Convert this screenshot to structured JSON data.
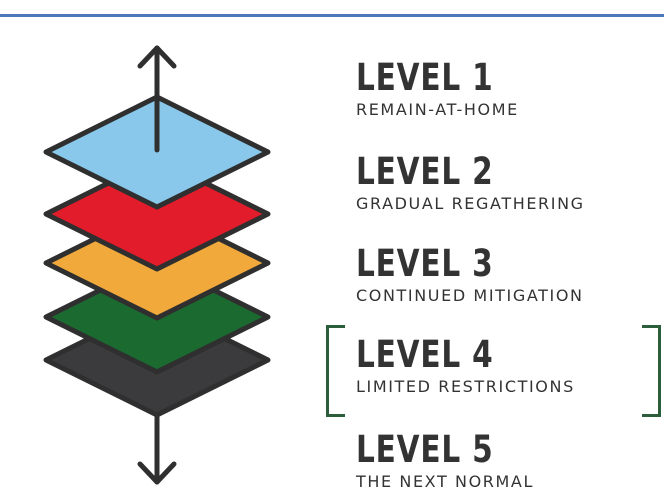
{
  "levels": [
    {
      "title": "LEVEL 1",
      "subtitle": "REMAIN-AT-HOME",
      "color": "#89c8ea"
    },
    {
      "title": "LEVEL 2",
      "subtitle": "GRADUAL REGATHERING",
      "color": "#e21c2b"
    },
    {
      "title": "LEVEL 3",
      "subtitle": "CONTINUED MITIGATION",
      "color": "#f2a93b"
    },
    {
      "title": "LEVEL 4",
      "subtitle": "LIMITED RESTRICTIONS",
      "color": "#1b6a30"
    },
    {
      "title": "LEVEL 5",
      "subtitle": "THE NEXT NORMAL",
      "color": "#3b3b3d"
    }
  ],
  "highlighted_level": "LEVEL 4",
  "colors": {
    "outline": "#2f2f2f",
    "bracket": "#2c5e3b",
    "top_rule": "#4a78b8",
    "text": "#333333"
  }
}
